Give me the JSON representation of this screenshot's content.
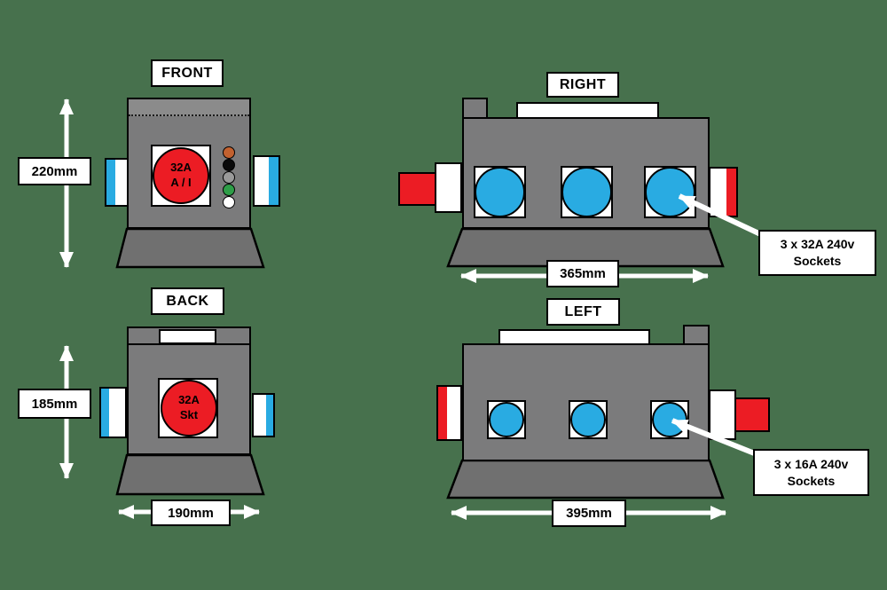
{
  "colors": {
    "background": "#47714D",
    "body_gray": "#7B7B7C",
    "body_gray_light": "#8B8B8B",
    "base_gray": "#707070",
    "socket_red": "#EC1C24",
    "socket_blue": "#29ABE2",
    "dimension_white": "#FFFFFF"
  },
  "views": {
    "front": {
      "label": "FRONT",
      "height_dimension": "220mm",
      "main_socket": {
        "line1": "32A",
        "line2": "A / I"
      },
      "indicator_dots": [
        {
          "name": "orange",
          "color": "#C2612F"
        },
        {
          "name": "black",
          "color": "#0A0A0A"
        },
        {
          "name": "gray",
          "color": "#9A9A9A"
        },
        {
          "name": "green",
          "color": "#2E9E48"
        },
        {
          "name": "white",
          "color": "#FFFFFF"
        }
      ]
    },
    "back": {
      "label": "BACK",
      "height_dimension": "185mm",
      "width_dimension": "190mm",
      "main_socket": {
        "line1": "32A",
        "line2": "Skt"
      }
    },
    "right": {
      "label": "RIGHT",
      "width_dimension": "365mm",
      "socket_count": 3,
      "annotation": {
        "line1": "3 x 32A 240v",
        "line2": "Sockets"
      }
    },
    "left": {
      "label": "LEFT",
      "width_dimension": "395mm",
      "socket_count": 3,
      "annotation": {
        "line1": "3 x 16A 240v",
        "line2": "Sockets"
      }
    }
  }
}
